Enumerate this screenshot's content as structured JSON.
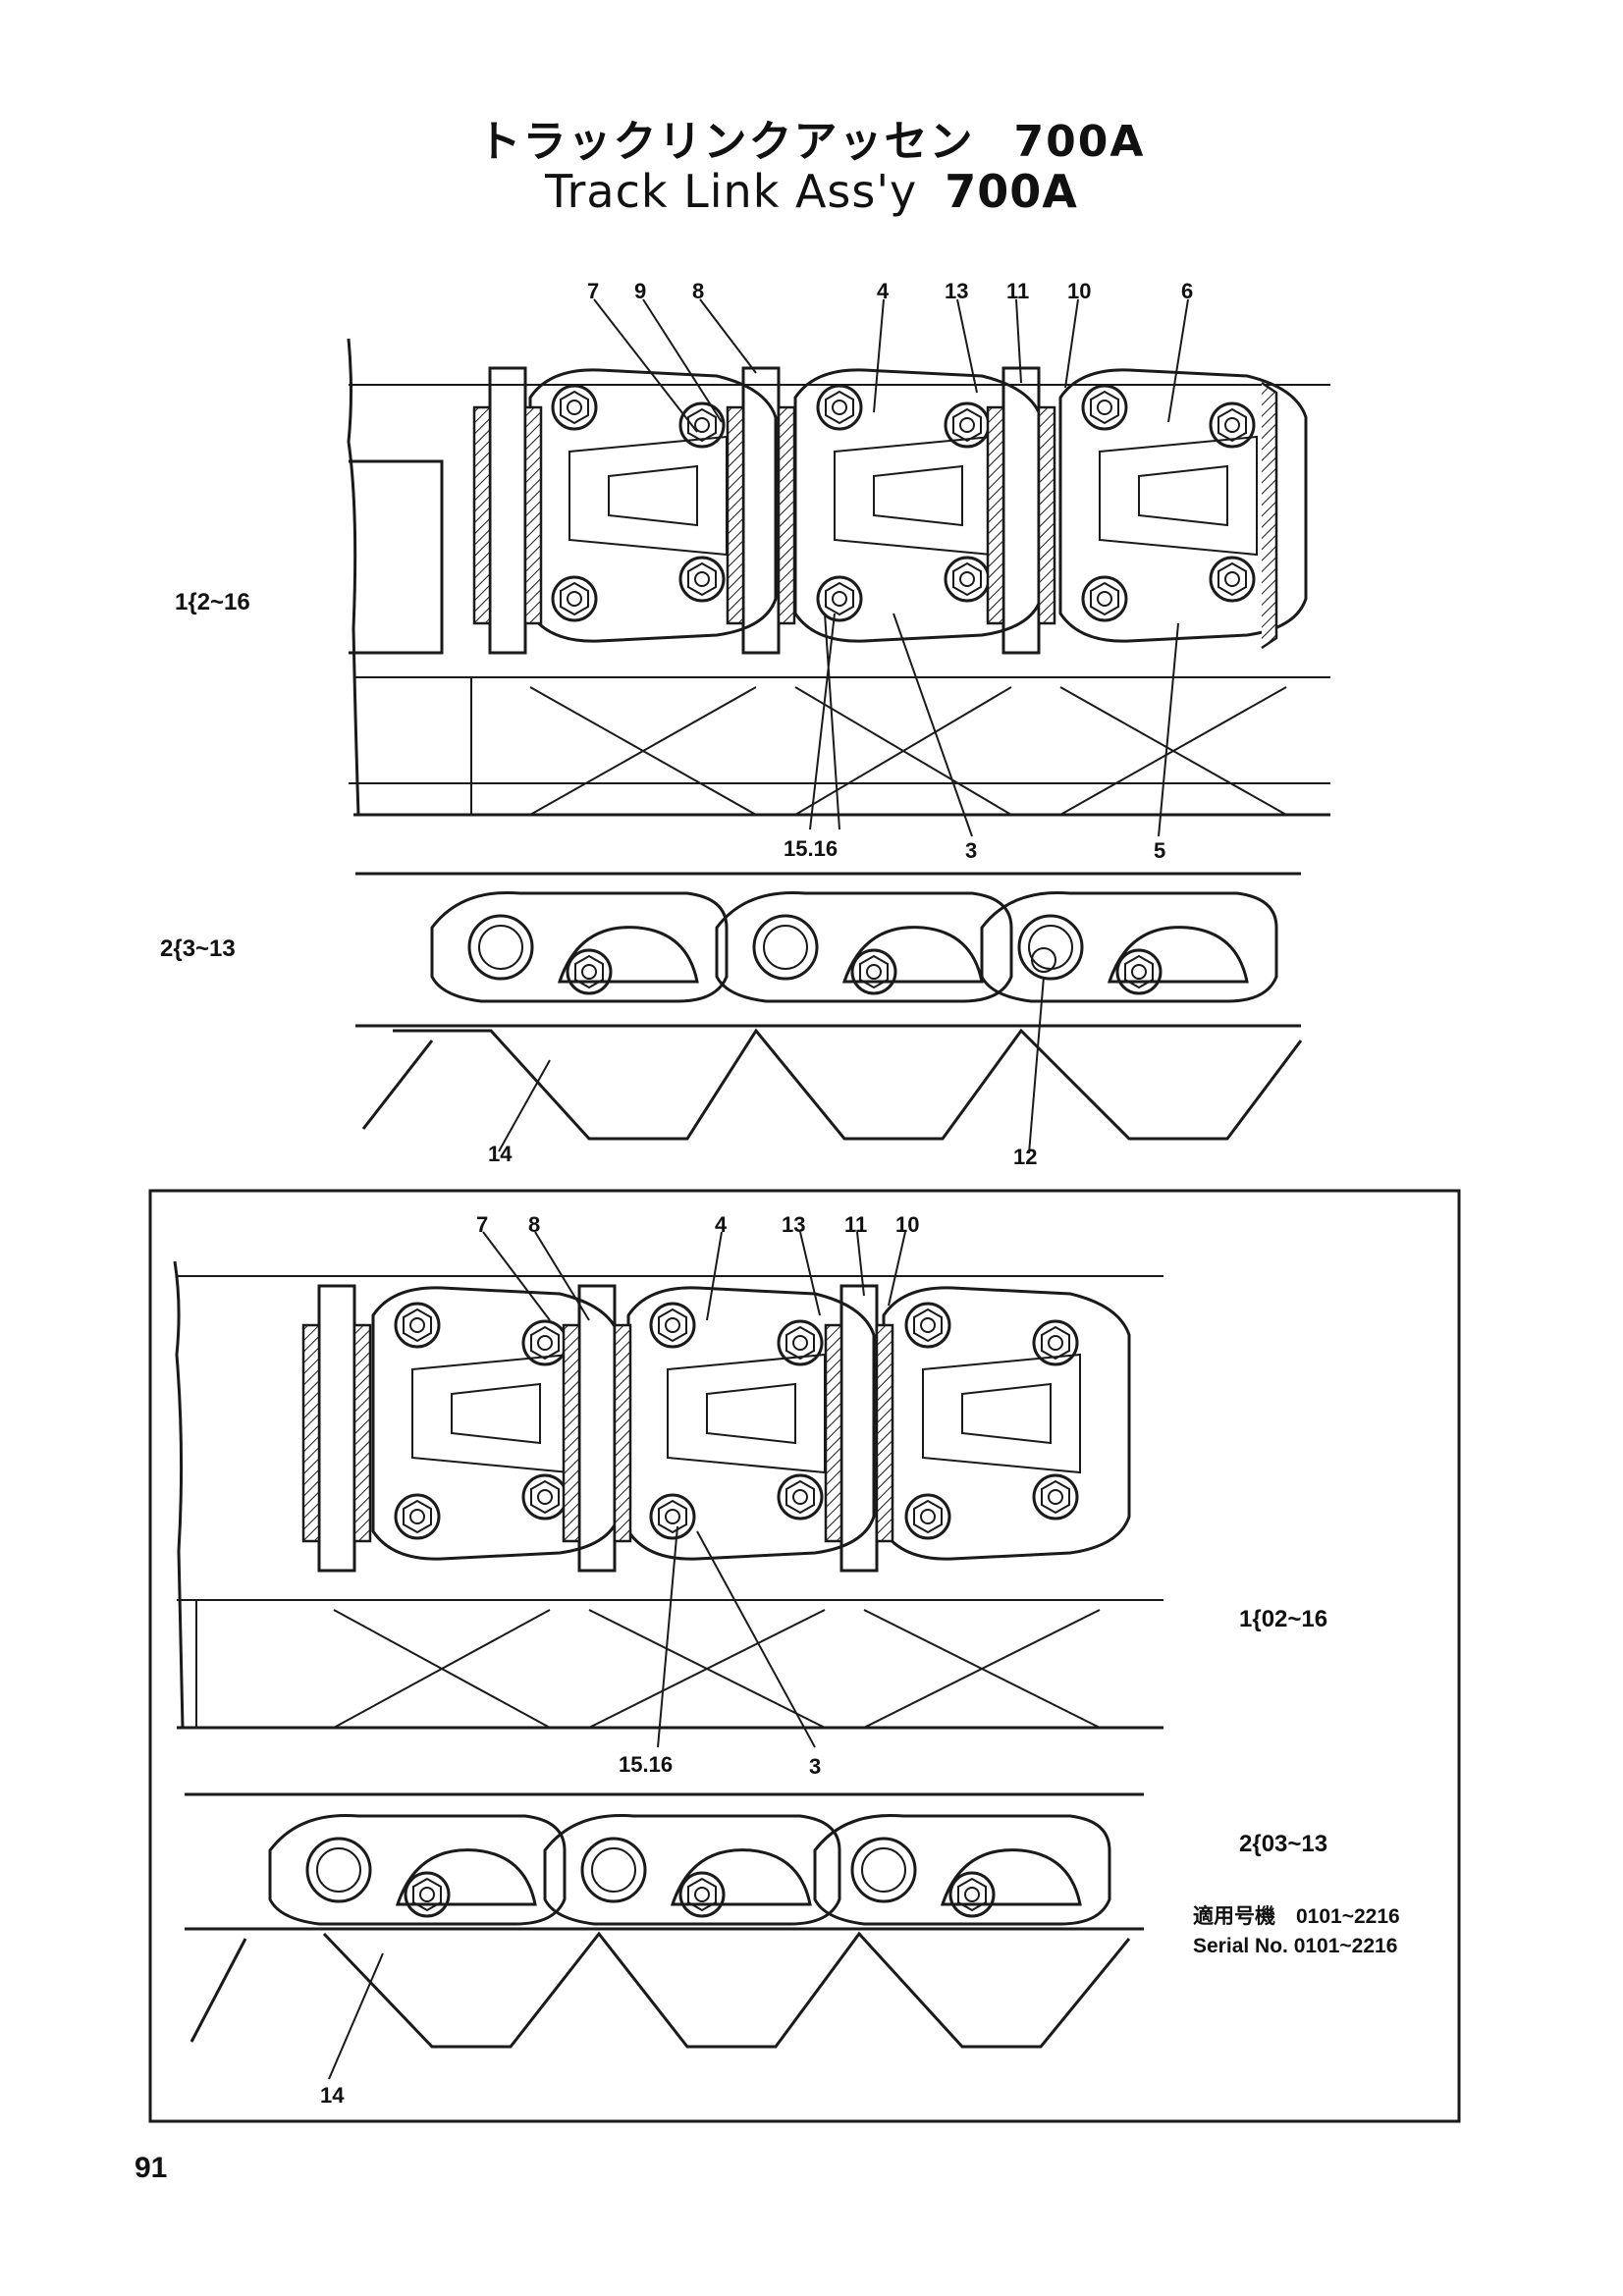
{
  "title": {
    "jp": "トラックリンクアッセン",
    "jp_model": "700A",
    "en": "Track Link Ass'y",
    "en_model": "700A"
  },
  "upper_figure": {
    "callouts_top": [
      "7",
      "9",
      "8",
      "4",
      "13",
      "11",
      "10",
      "6"
    ],
    "callouts_bottom": [
      "15.16",
      "3",
      "5"
    ],
    "group_label_1": "1{2~16",
    "group_label_2": "2{3~13",
    "side_callouts": [
      "14",
      "12"
    ]
  },
  "lower_figure": {
    "callouts_top": [
      "7",
      "8",
      "4",
      "13",
      "11",
      "10"
    ],
    "callouts_bottom": [
      "15.16",
      "3"
    ],
    "group_label_1": "1{02~16",
    "group_label_2": "2{03~13",
    "side_callouts": [
      "14"
    ],
    "serial_jp": "適用号機　0101~2216",
    "serial_en": "Serial No. 0101~2216"
  },
  "page_number": "91"
}
